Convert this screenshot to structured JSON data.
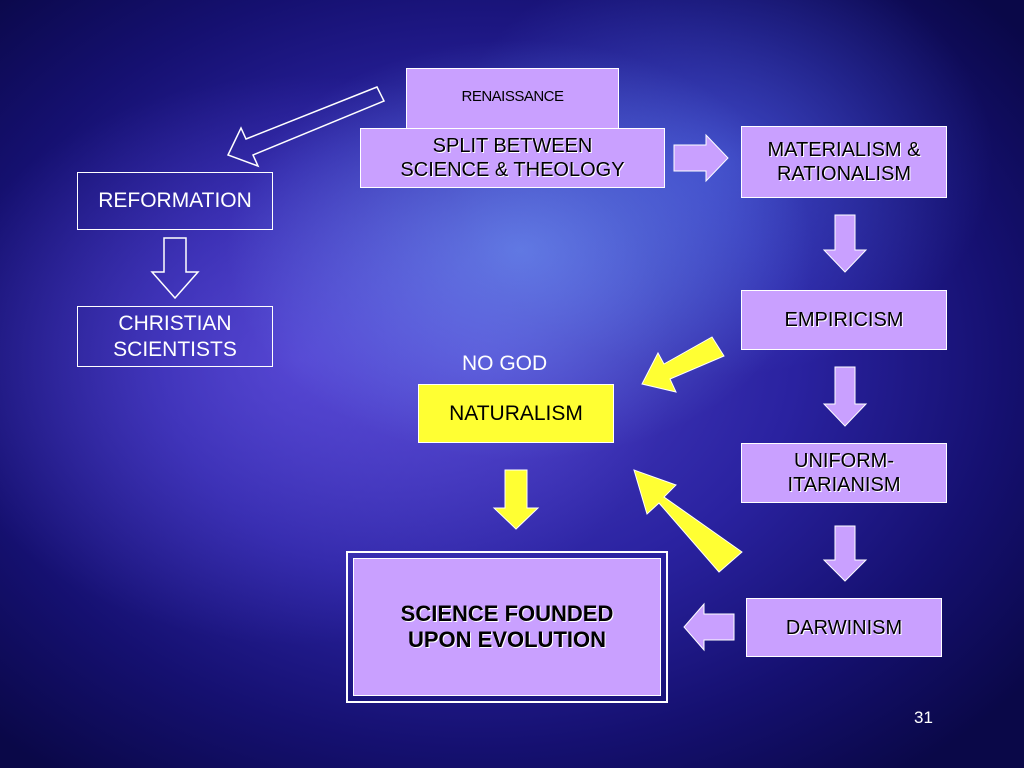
{
  "slide": {
    "page_number": "31",
    "colors": {
      "violet_box": "#c9a0ff",
      "yellow": "#ffff33",
      "outline": "#ffffff"
    },
    "nodes": {
      "renaissance": "RENAISSANCE",
      "split_line1": "SPLIT BETWEEN",
      "split_line2": "SCIENCE & THEOLOGY",
      "materialism_line1": "MATERIALISM &",
      "materialism_line2": "RATIONALISM",
      "reformation": "REFORMATION",
      "christian_line1": "CHRISTIAN",
      "christian_line2": "SCIENTISTS",
      "empiricism": "EMPIRICISM",
      "no_god": "NO GOD",
      "naturalism": "NATURALISM",
      "uniform_line1": "UNIFORM-",
      "uniform_line2": "ITARIANISM",
      "evolution_line1": "SCIENCE FOUNDED",
      "evolution_line2": "UPON EVOLUTION",
      "darwinism": "DARWINISM"
    }
  }
}
